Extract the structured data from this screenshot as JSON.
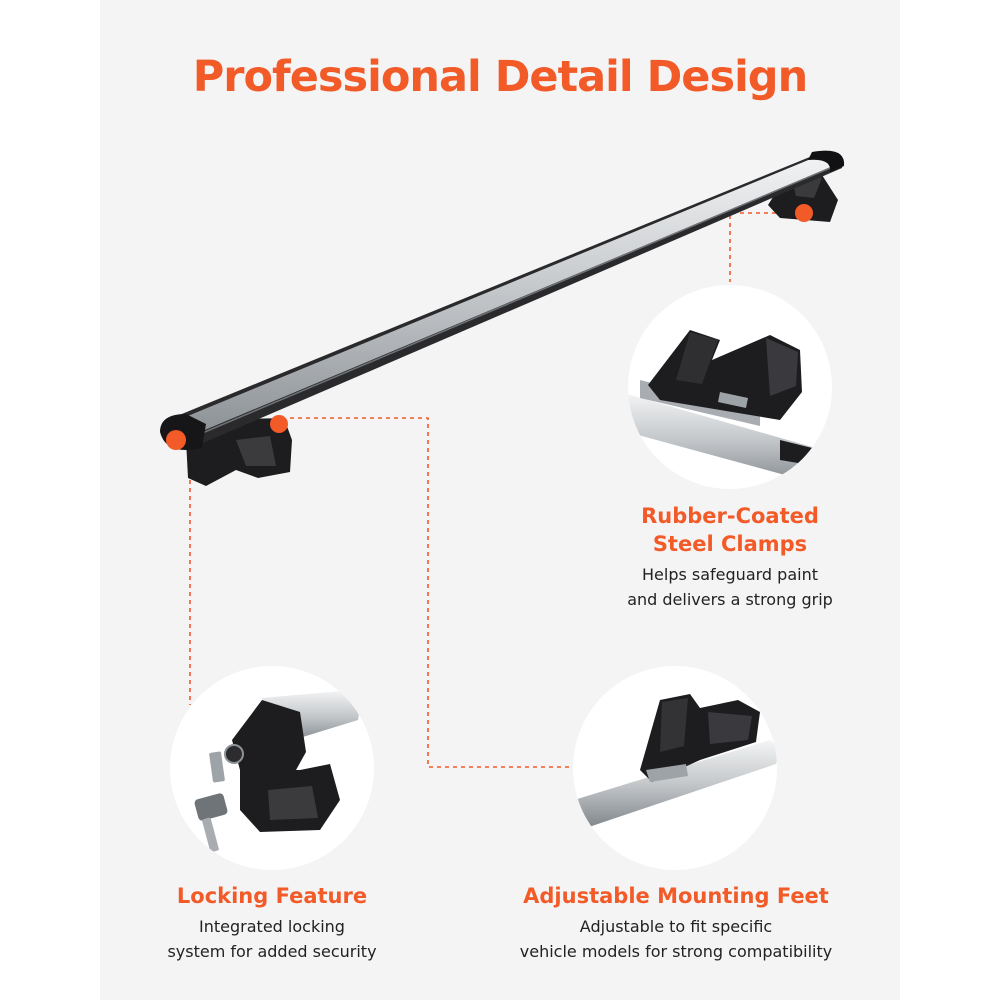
{
  "headline": "Professional Detail Design",
  "colors": {
    "accent": "#f25a28",
    "panel_background": "#f4f4f5",
    "text_dark": "#222222",
    "bar_silver": "#c9cccf",
    "plastic_black": "#1d1d1f"
  },
  "features": {
    "clamps": {
      "title_line1": "Rubber-Coated",
      "title_line2": "Steel Clamps",
      "desc_line1": "Helps safeguard paint",
      "desc_line2": "and delivers a strong grip"
    },
    "locking": {
      "title": "Locking Feature",
      "desc_line1": "Integrated locking",
      "desc_line2": "system for added security"
    },
    "feet": {
      "title": "Adjustable Mounting Feet",
      "desc_line1": "Adjustable to fit specific",
      "desc_line2": "vehicle models for strong compatibility"
    }
  },
  "icons": {
    "roof-bar": "crossbar-product-photo",
    "clamp-detail": "clamp-closeup-photo",
    "lock-detail": "lock-and-keys-closeup-photo",
    "feet-detail": "mounting-foot-closeup-photo"
  }
}
